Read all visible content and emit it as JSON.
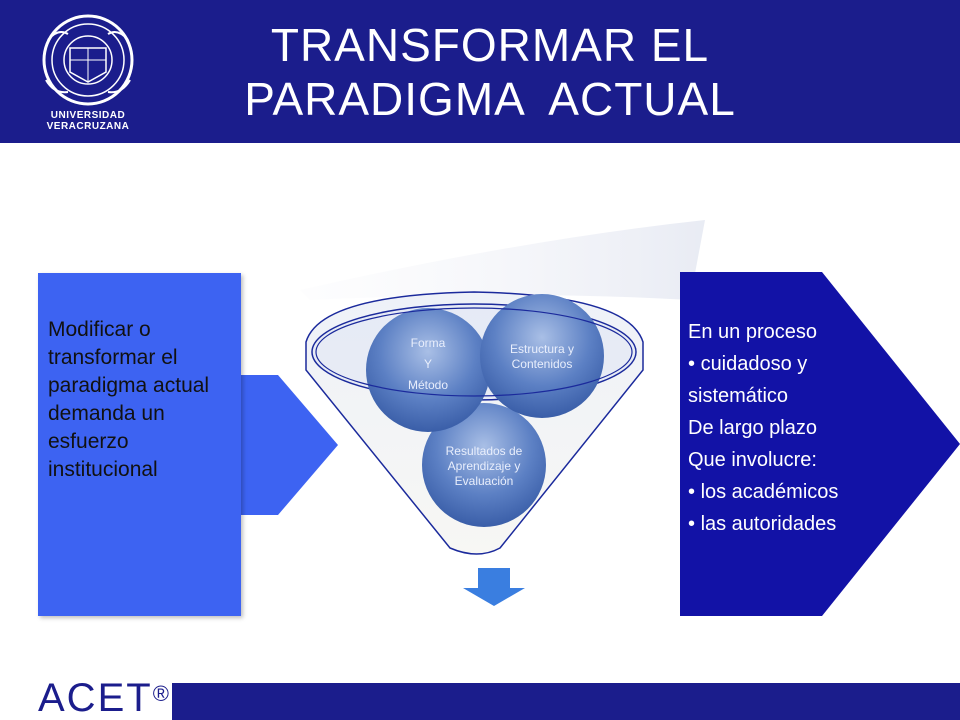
{
  "header": {
    "logo_caption": "UNIVERSIDAD VERACRUZANA",
    "title_line1": "TRANSFORMAR EL",
    "title_line2": "PARADIGMA  ACTUAL"
  },
  "left_box": {
    "lines": [
      "Modificar o",
      "transformar el",
      "paradigma actual",
      "demanda un",
      "esfuerzo",
      "institucional"
    ]
  },
  "funnel": {
    "circle_forma": {
      "line1": "Forma",
      "line2": "Y",
      "line3": "Método"
    },
    "circle_estructura": {
      "line1": "Estructura y",
      "line2": "Contenidos"
    },
    "circle_resultados": {
      "line1": "Resultados de",
      "line2": "Aprendizaje y",
      "line3": "Evaluación"
    }
  },
  "right_box": {
    "line1": "En un proceso",
    "bullet1": "cuidadoso y",
    "line2": "sistemático",
    "line3": "De largo plazo",
    "line4": "Que involucre:",
    "bullet2": "los académicos",
    "bullet3": "las autoridades"
  },
  "footer": {
    "logo_text": "ACET",
    "logo_mark": "®"
  },
  "colors": {
    "header_bg": "#1b1d8c",
    "left_box": "#3d63f2",
    "right_box": "#1212a6",
    "arrow": "#3a7ee0"
  }
}
